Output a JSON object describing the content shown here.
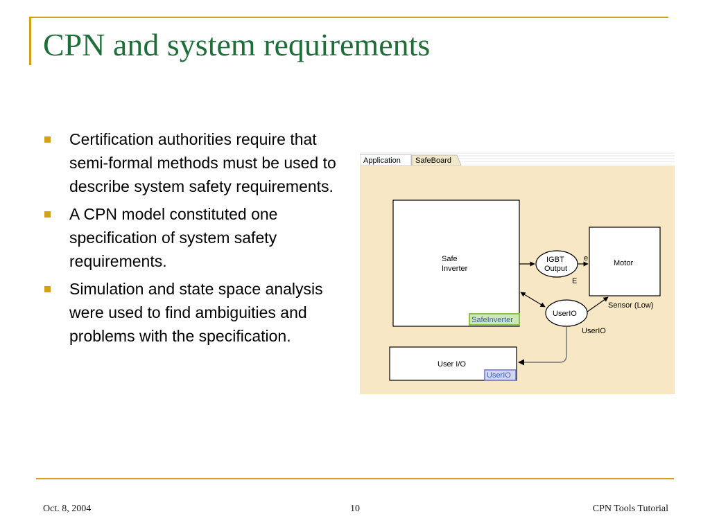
{
  "slide": {
    "title": "CPN and system requirements",
    "bullets": [
      "Certification authorities require that semi-formal methods must be used to describe system safety requirements.",
      "A CPN model constituted one specification of system safety requirements.",
      "Simulation and state space analysis were used to find ambiguities and problems with the specification."
    ],
    "colors": {
      "accent": "#D4A017",
      "title": "#1E6E3A",
      "diagram_background": "#F7E7C4"
    }
  },
  "diagram": {
    "tabs": {
      "application": "Application",
      "safeboard": "SafeBoard"
    },
    "nodes": {
      "safe_inverter": [
        "Safe",
        "Inverter"
      ],
      "safe_inverter_tag": "SafeInverter",
      "igbt_output": [
        "IGBT",
        "Output"
      ],
      "motor": "Motor",
      "userio_place": "UserIO",
      "user_io_box": "User I/O",
      "userio_tag": "UserIO"
    },
    "labels": {
      "e_arc": "e",
      "e_type": "E",
      "sensor": "Sensor (Low)",
      "userio_type": "UserIO"
    }
  },
  "footer": {
    "date": "Oct. 8, 2004",
    "page": "10",
    "title": "CPN Tools Tutorial"
  }
}
